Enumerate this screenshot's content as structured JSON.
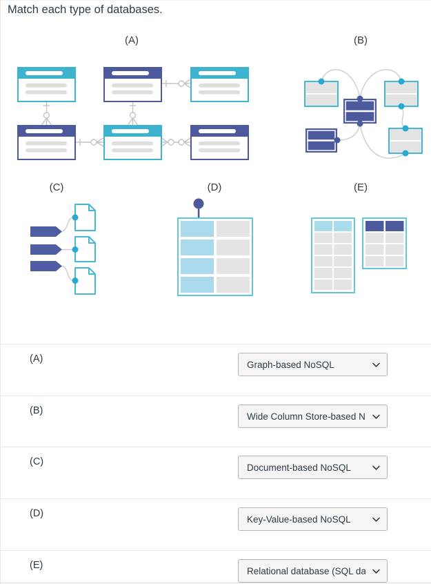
{
  "title": "Match each type of databases.",
  "diagrams": [
    {
      "label": "(A)",
      "name": "er-diagram-relational"
    },
    {
      "label": "(B)",
      "name": "graph-network-diagram"
    },
    {
      "label": "(C)",
      "name": "key-to-document-diagram"
    },
    {
      "label": "(D)",
      "name": "key-value-table-diagram"
    },
    {
      "label": "(E)",
      "name": "wide-column-tables-diagram"
    }
  ],
  "matches": [
    {
      "label": "(A)",
      "selected": "Graph-based NoSQL"
    },
    {
      "label": "(B)",
      "selected": "Wide Column Store-based NoSQL"
    },
    {
      "label": "(C)",
      "selected": "Document-based NoSQL"
    },
    {
      "label": "(D)",
      "selected": "Key-Value-based NoSQL"
    },
    {
      "label": "(E)",
      "selected": "Relational database (SQL database)"
    }
  ],
  "colors": {
    "cyan": "#3eb3d0",
    "cyan_light": "#a9d9ea",
    "indigo": "#4c599c",
    "cell_gray": "#e3e3e3",
    "connector_gray": "#c4c4c4",
    "text_dark": "#2d3b45",
    "divider": "#e8e8e8",
    "dropdown_bg": "#f5f5f5",
    "dropdown_border": "#b3b3b3"
  }
}
